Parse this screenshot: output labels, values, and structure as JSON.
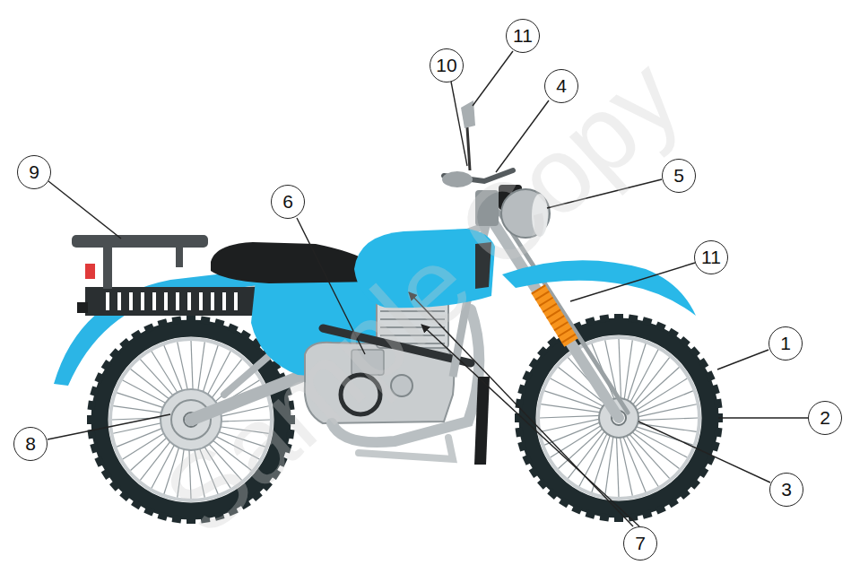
{
  "diagram": {
    "labels": [
      "1",
      "2",
      "3",
      "4",
      "5",
      "6",
      "7",
      "8",
      "9",
      "10",
      "11",
      "11",
      "Sample Copy"
    ]
  }
}
